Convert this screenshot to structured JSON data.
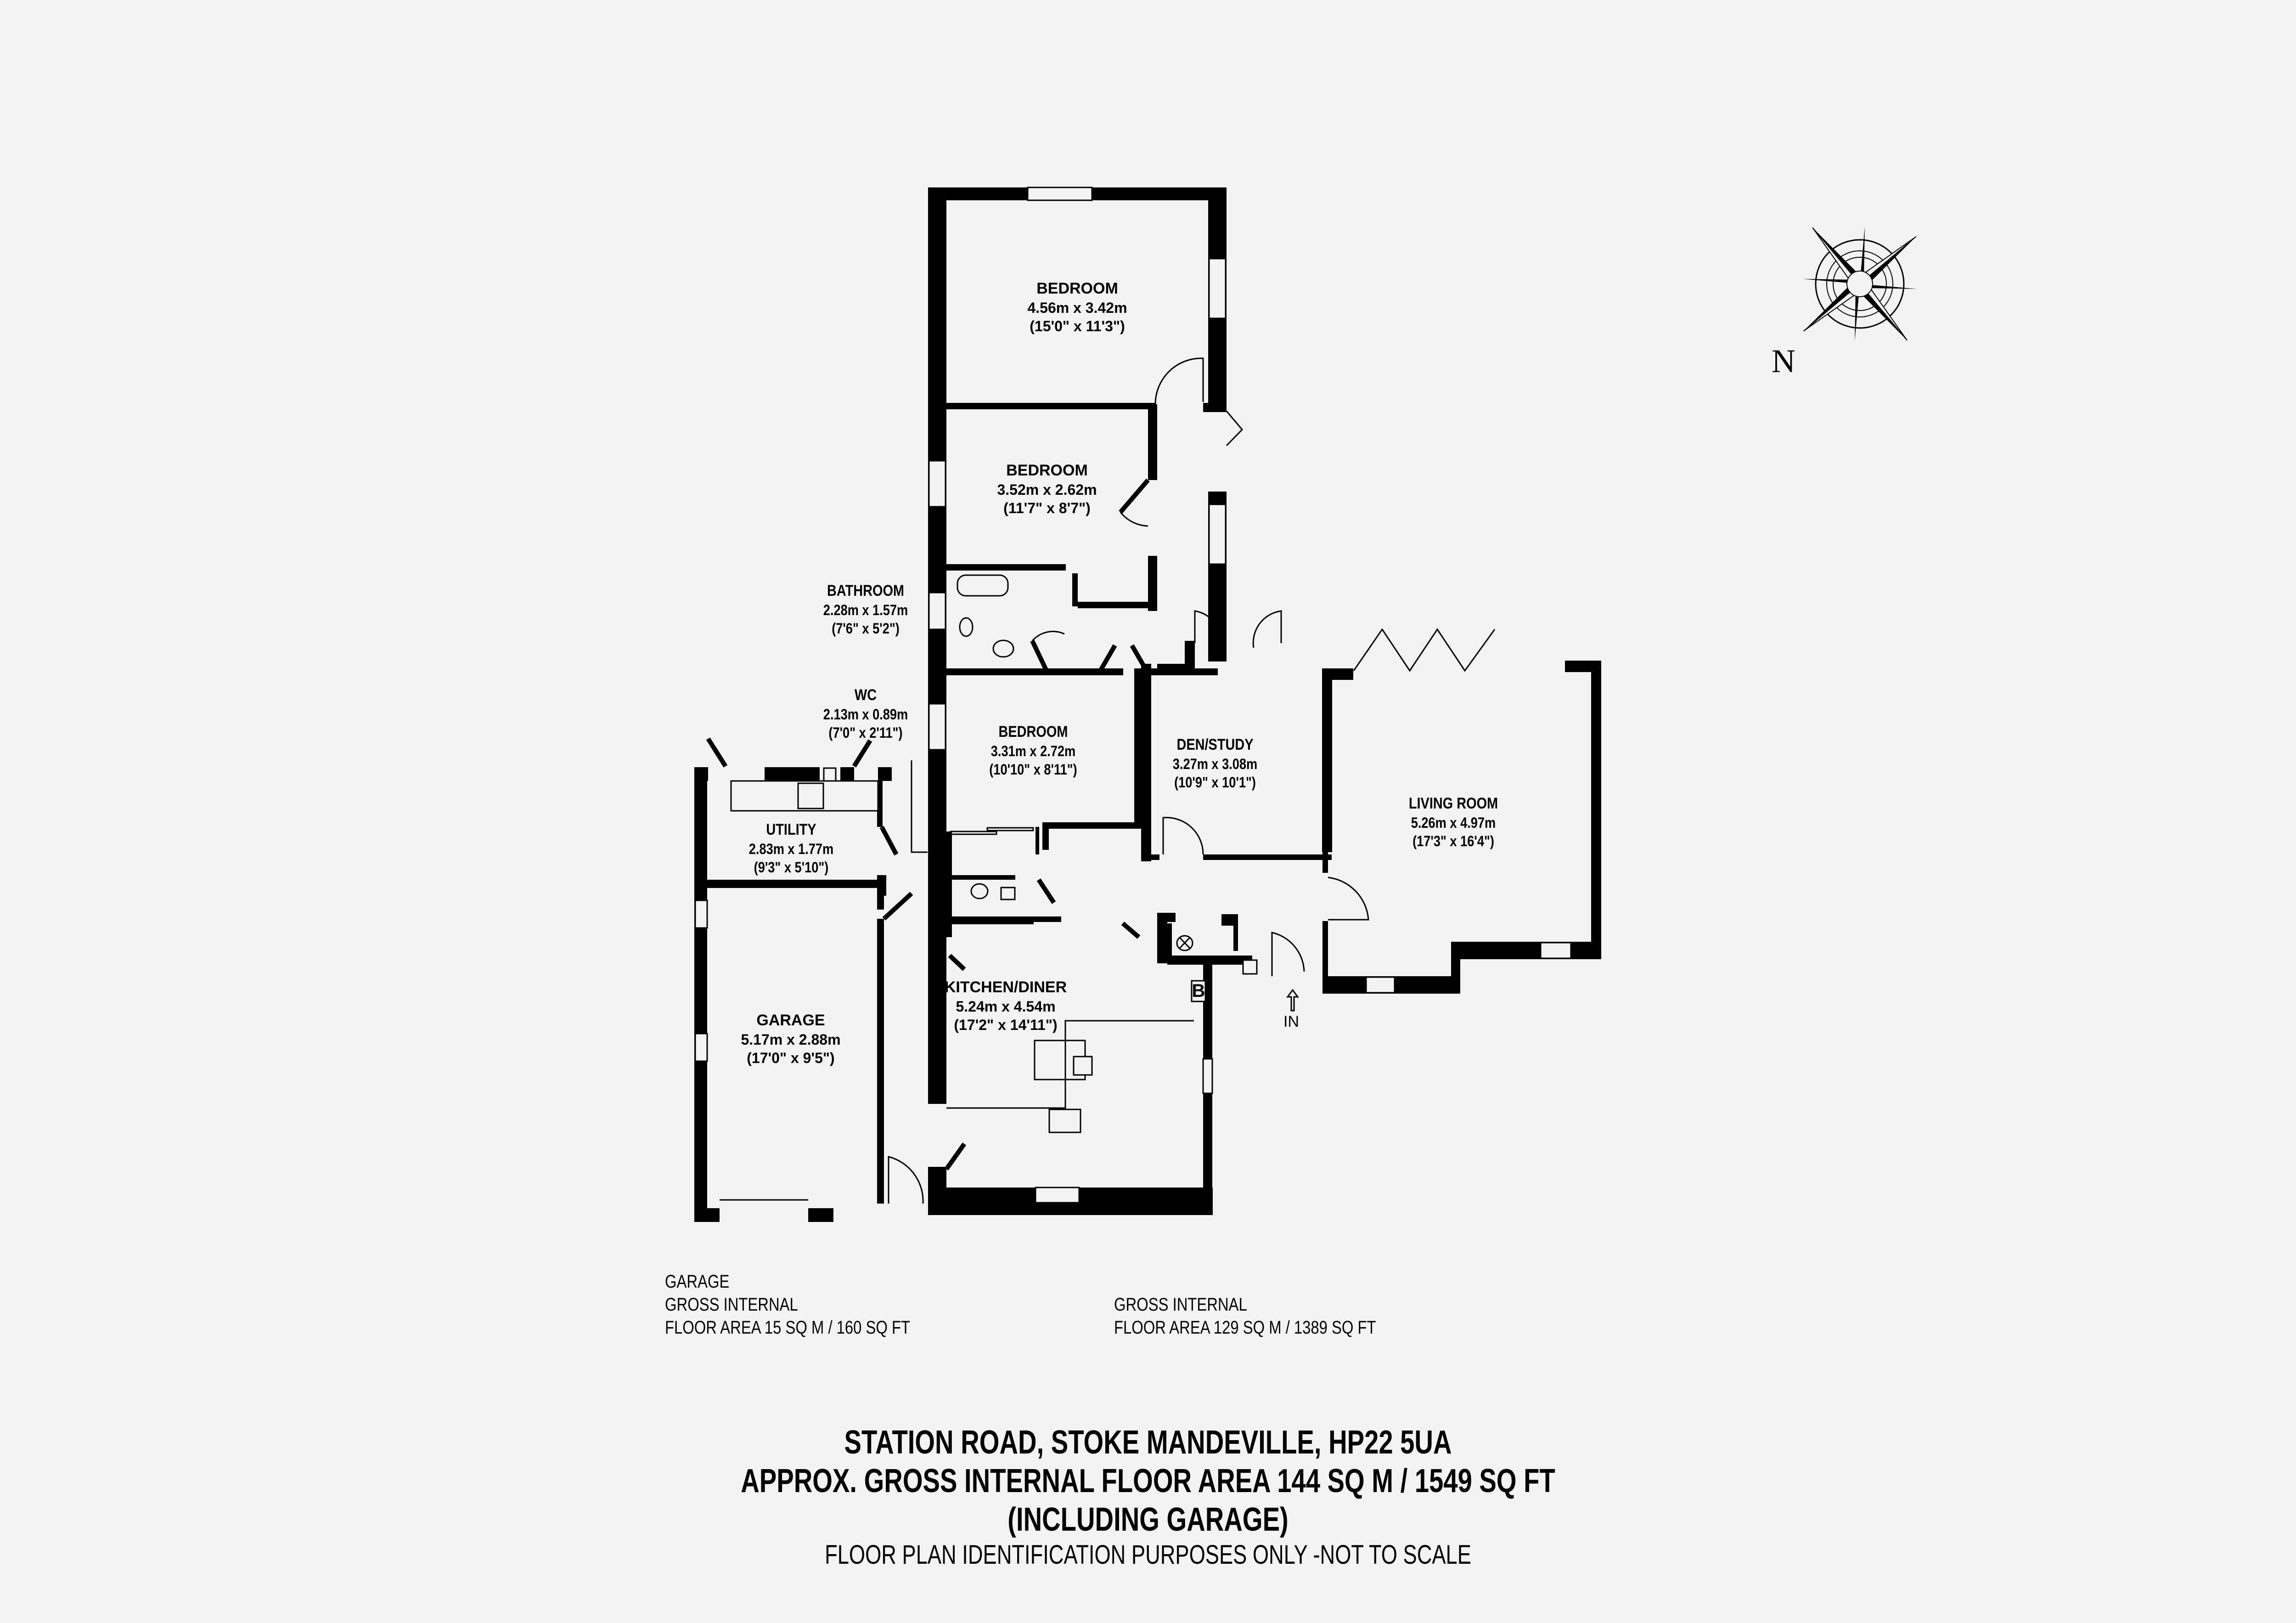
{
  "rooms": [
    {
      "name": "BEDROOM",
      "metric": "4.56m x 3.42m",
      "imperial": "(15'0\" x 11'3\")"
    },
    {
      "name": "BEDROOM",
      "metric": "3.52m x 2.62m",
      "imperial": "(11'7\" x 8'7\")"
    },
    {
      "name": "BATHROOM",
      "metric": "2.28m x 1.57m",
      "imperial": "(7'6\" x 5'2\")"
    },
    {
      "name": "WC",
      "metric": "2.13m x 0.89m",
      "imperial": "(7'0\" x 2'11\")"
    },
    {
      "name": "BEDROOM",
      "metric": "3.31m x 2.72m",
      "imperial": "(10'10\" x 8'11\")"
    },
    {
      "name": "DEN/STUDY",
      "metric": "3.27m x 3.08m",
      "imperial": "(10'9\" x 10'1\")"
    },
    {
      "name": "UTILITY",
      "metric": "2.83m x 1.77m",
      "imperial": "(9'3\" x 5'10\")"
    },
    {
      "name": "LIVING ROOM",
      "metric": "5.26m x 4.97m",
      "imperial": "(17'3\" x 16'4\")"
    },
    {
      "name": "KITCHEN/DINER",
      "metric": "5.24m x 4.54m",
      "imperial": "(17'2\" x 14'11\")"
    },
    {
      "name": "GARAGE",
      "metric": "5.17m x 2.88m",
      "imperial": "(17'0\" x 9'5\")"
    }
  ],
  "markers": {
    "entrance": "IN",
    "boiler": "B"
  },
  "compass": {
    "north_label": "N"
  },
  "area_notes": {
    "garage": [
      "GARAGE",
      "GROSS INTERNAL",
      "FLOOR AREA 15 SQ M / 160 SQ FT"
    ],
    "house": [
      "GROSS INTERNAL",
      "FLOOR AREA 129 SQ M / 1389 SQ FT"
    ]
  },
  "footer": {
    "address": "STATION ROAD, STOKE MANDEVILLE, HP22 5UA",
    "total_area": "APPROX. GROSS INTERNAL FLOOR AREA 144 SQ M / 1549 SQ FT",
    "including": "(INCLUDING GARAGE)",
    "disclaimer": "FLOOR PLAN IDENTIFICATION PURPOSES ONLY -NOT TO SCALE"
  }
}
